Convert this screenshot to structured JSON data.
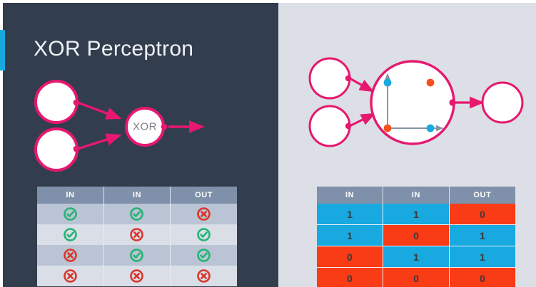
{
  "slide": {
    "title": "XOR Perceptron",
    "accent_color": "#17a9dd",
    "panel_left_bg": "#323d4e",
    "panel_right_bg": "#dcdfe5",
    "node_stroke_color": "#e6186f",
    "node_fill_color": "#ffffff"
  },
  "left_diagram": {
    "input_node_1_label": "",
    "input_node_2_label": "",
    "gate_node_label": "XOR",
    "output_arrow_label": ""
  },
  "right_diagram": {
    "input_node_1_label": "",
    "input_node_2_label": "",
    "gate_node_label": "",
    "output_node_label": "",
    "plot": {
      "type": "scatter",
      "title": "",
      "xlabel": "",
      "ylabel": "",
      "xlim": [
        0,
        1
      ],
      "ylim": [
        0,
        1
      ],
      "grid": false,
      "legend": "none",
      "class_colors": {
        "class_0": "#f4511e",
        "class_1": "#17a9e0"
      },
      "points": [
        {
          "x": 0,
          "y": 0,
          "class": 0,
          "color": "#f4511e"
        },
        {
          "x": 0,
          "y": 1,
          "class": 1,
          "color": "#17a9e0"
        },
        {
          "x": 1,
          "y": 0,
          "class": 1,
          "color": "#17a9e0"
        },
        {
          "x": 1,
          "y": 1,
          "class": 0,
          "color": "#f4511e"
        }
      ]
    }
  },
  "truth_table_icons": {
    "headers": [
      "IN",
      "IN",
      "OUT"
    ],
    "rows": [
      [
        "check",
        "check",
        "cross"
      ],
      [
        "check",
        "cross",
        "check"
      ],
      [
        "cross",
        "check",
        "check"
      ],
      [
        "cross",
        "cross",
        "cross"
      ]
    ],
    "check_color": "#22b573",
    "cross_color": "#d9362b"
  },
  "truth_table_binary": {
    "headers": [
      "IN",
      "IN",
      "OUT"
    ],
    "rows": [
      [
        "1",
        "1",
        "0"
      ],
      [
        "1",
        "0",
        "1"
      ],
      [
        "0",
        "1",
        "1"
      ],
      [
        "0",
        "0",
        "0"
      ]
    ],
    "one_color": "#17a9e0",
    "zero_color": "#f93b16"
  }
}
